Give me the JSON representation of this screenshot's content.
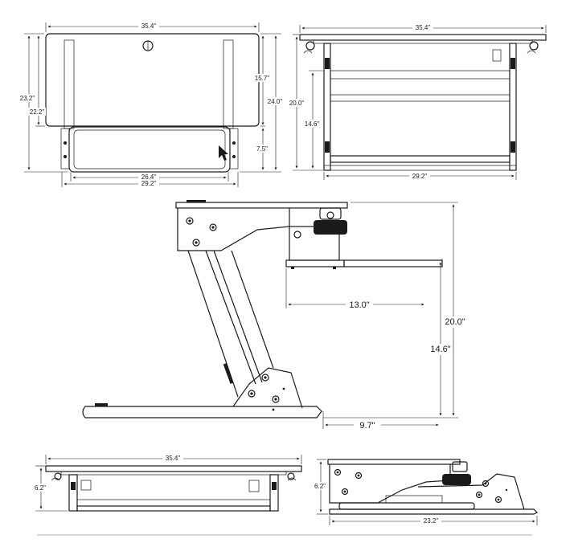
{
  "views": {
    "top": {
      "width_total": "35.4\"",
      "depth_total": "23.2\"",
      "depth_top": "22.2\"",
      "right_top": "15.7\"",
      "right_total": "24.0\"",
      "right_tray": "7.5\"",
      "tray_inner": "26.4\"",
      "tray_outer": "29.2\""
    },
    "front_top": {
      "width_total": "35.4\"",
      "height_total": "20.0\"",
      "height_tray": "14.6\"",
      "base_width": "29.2\""
    },
    "side": {
      "tray_reach": "13.0\"",
      "height_total": "20.0\"",
      "height_tray": "14.6\"",
      "base_offset": "9.7\""
    },
    "front_low": {
      "width_total": "35.4\"",
      "height": "6.2\""
    },
    "side_low": {
      "height": "6.2\"",
      "depth": "23.2\""
    }
  }
}
